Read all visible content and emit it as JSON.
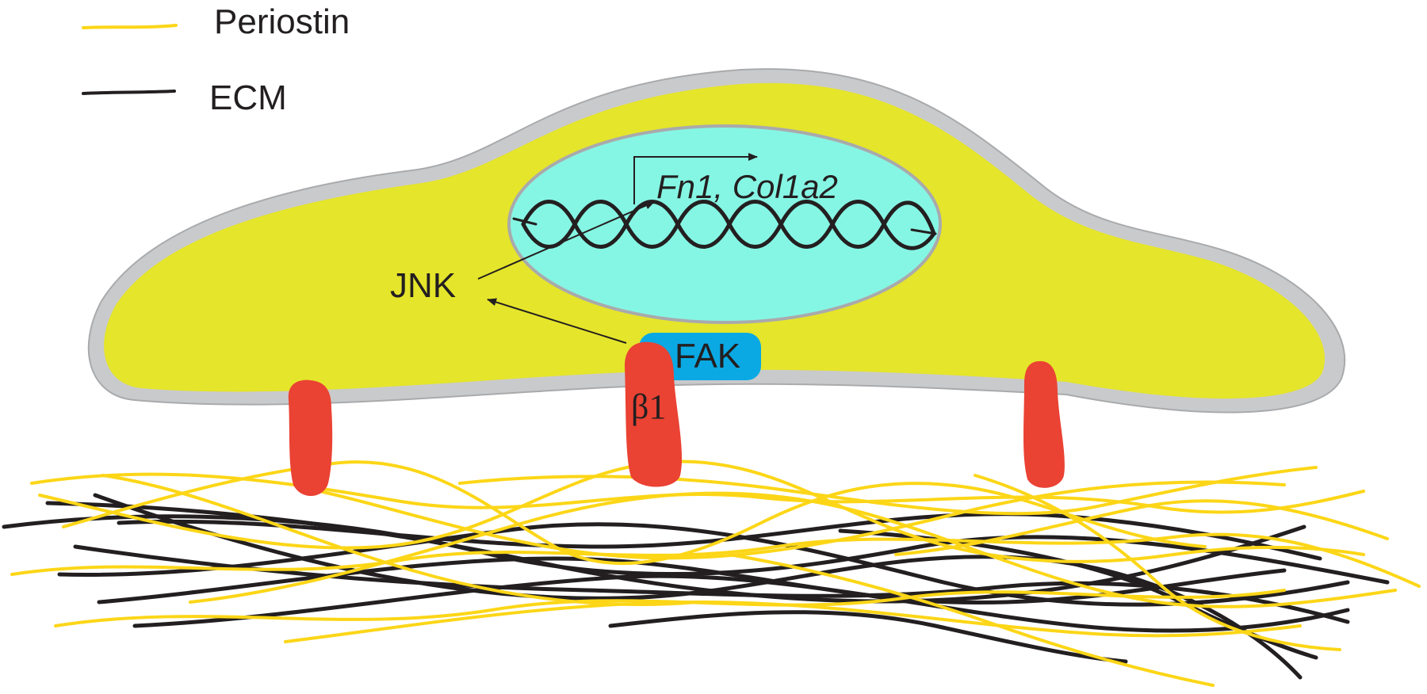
{
  "legend": {
    "periostin_label": "Periostin",
    "ecm_label": "ECM"
  },
  "labels": {
    "genes": "Fn1, Col1a2",
    "jnk": "JNK",
    "fak": "FAK",
    "integrin": "β1"
  },
  "colors": {
    "periostin": "#fcd617",
    "ecm": "#231f20",
    "cytoplasm": "#e5e52b",
    "membrane": "#c9cacc",
    "nucleus": "#86f6e4",
    "integrin": "#ea4233",
    "fak": "#0aa9e4"
  },
  "icons": {
    "periostin_fiber": "yellow-line",
    "ecm_fiber": "black-line",
    "dna": "double-helix",
    "integrin_receptor": "red-rounded-rod"
  }
}
